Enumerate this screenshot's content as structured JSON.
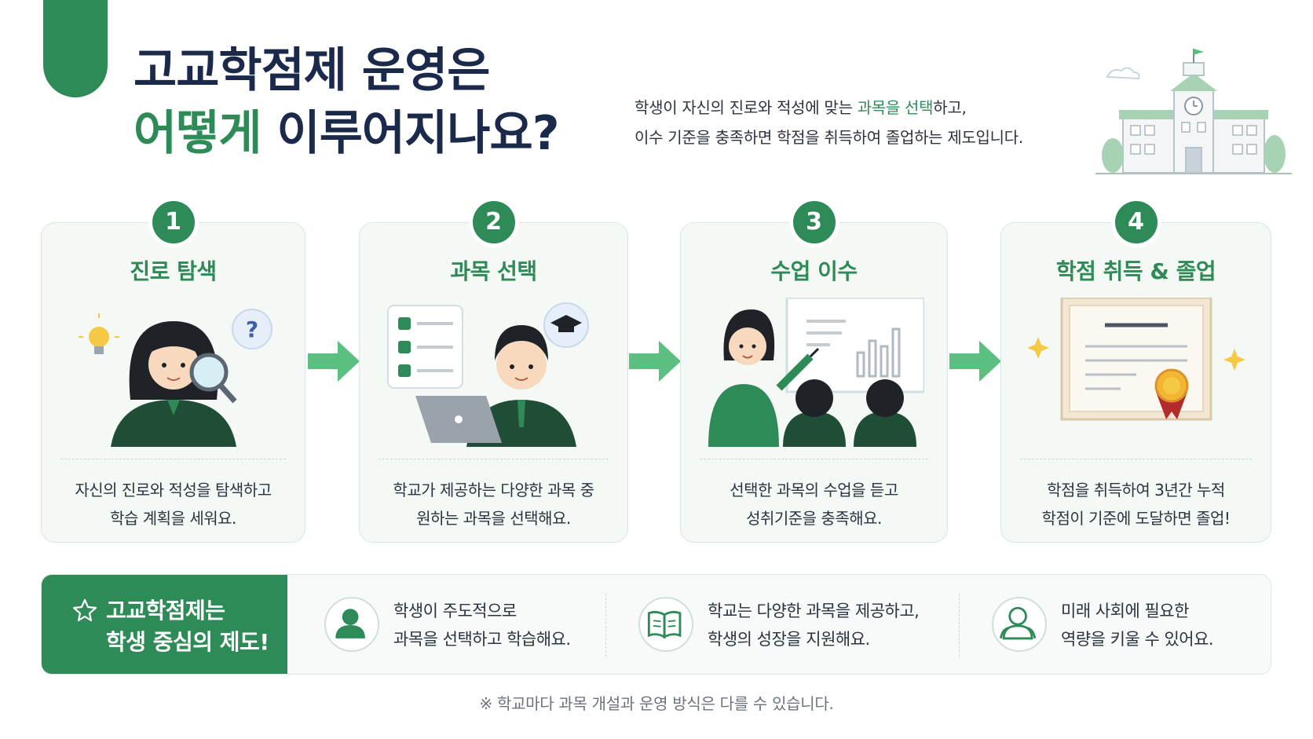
{
  "header": {
    "title_line1": "고교학점제 운영은",
    "title_line2_accent": "어떻게",
    "title_line2_rest": " 이루어지나요?",
    "intro_line1_pre": "학생이 자신의 진로와 적성에 맞는 ",
    "intro_line1_hl": "과목을 선택",
    "intro_line1_post": "하고,",
    "intro_line2": "이수 기준을 충족하면 학점을 취득하여 졸업하는 제도입니다."
  },
  "steps": [
    {
      "num": "1",
      "title": "진로 탐색",
      "desc1": "자신의 진로와 적성을 탐색하고",
      "desc2": "학습 계획을 세워요."
    },
    {
      "num": "2",
      "title": "과목 선택",
      "desc1": "학교가 제공하는 다양한 과목 중",
      "desc2": "원하는 과목을 선택해요."
    },
    {
      "num": "3",
      "title": "수업 이수",
      "desc1": "선택한 과목의 수업을 듣고",
      "desc2": "성취기준을 충족해요."
    },
    {
      "num": "4",
      "title": "학점 취득 & 졸업",
      "desc1": "학점을 취득하여 3년간 누적",
      "desc2": "학점이 기준에 도달하면 졸업!"
    }
  ],
  "banner": {
    "head_line1": "고교학점제는",
    "head_line2": "학생 중심의 제도!",
    "features": [
      {
        "icon": "student-icon",
        "line1": "학생이 주도적으로",
        "line2": "과목을 선택하고 학습해요."
      },
      {
        "icon": "book-icon",
        "line1": "학교는 다양한 과목을 제공하고,",
        "line2": "학생의 성장을 지원해요."
      },
      {
        "icon": "people-icon",
        "line1": "미래 사회에 필요한",
        "line2": "역량을 키울 수 있어요."
      }
    ]
  },
  "footnote": "※ 학교마다 과목 개설과 운영 방식은 다를 수 있습니다.",
  "colors": {
    "primary": "#2e8b57",
    "navy": "#1b2a4a",
    "card_bg": "#f5f9f6",
    "arrow": "#5cbf82"
  }
}
